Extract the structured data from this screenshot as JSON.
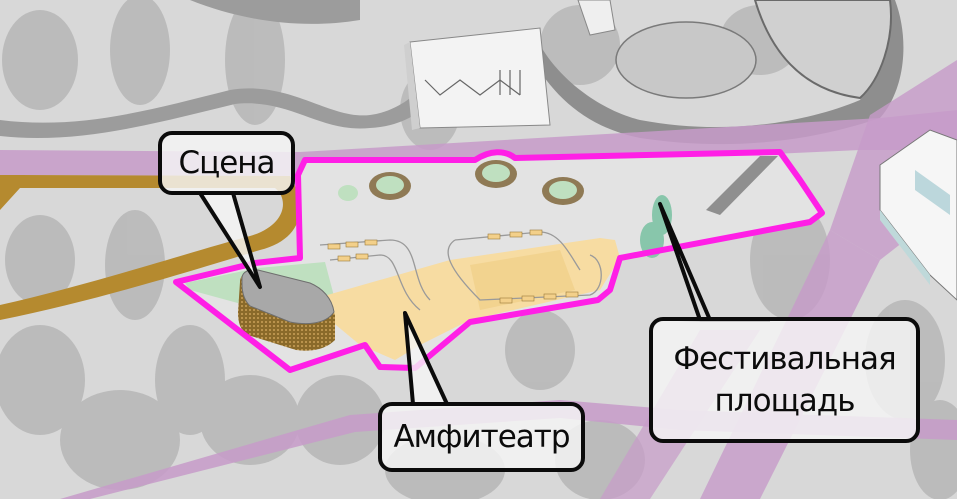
{
  "map": {
    "type": "landscape site plan",
    "colors": {
      "site_outline": "#ff1fe6",
      "promenade": "#c79bc9",
      "ochre_path": "#b58a2f",
      "amphitheater_deck": "#f7dca2",
      "lawn": "#bfe0c0",
      "plaza": "#e2e2e2",
      "background": "#d6d6d6",
      "asphalt": "#9a9a9a"
    },
    "zones": [
      {
        "id": "stage",
        "label": "Сцена"
      },
      {
        "id": "amphitheater",
        "label": "Амфитеатр"
      },
      {
        "id": "festival-square",
        "label": "Фестивальная площадь"
      }
    ]
  },
  "callouts": {
    "stage": {
      "label": "Сцена"
    },
    "amphitheater": {
      "label": "Амфитеатр"
    },
    "festival_square": {
      "line1": "Фестивальная",
      "line2": "площадь"
    }
  }
}
